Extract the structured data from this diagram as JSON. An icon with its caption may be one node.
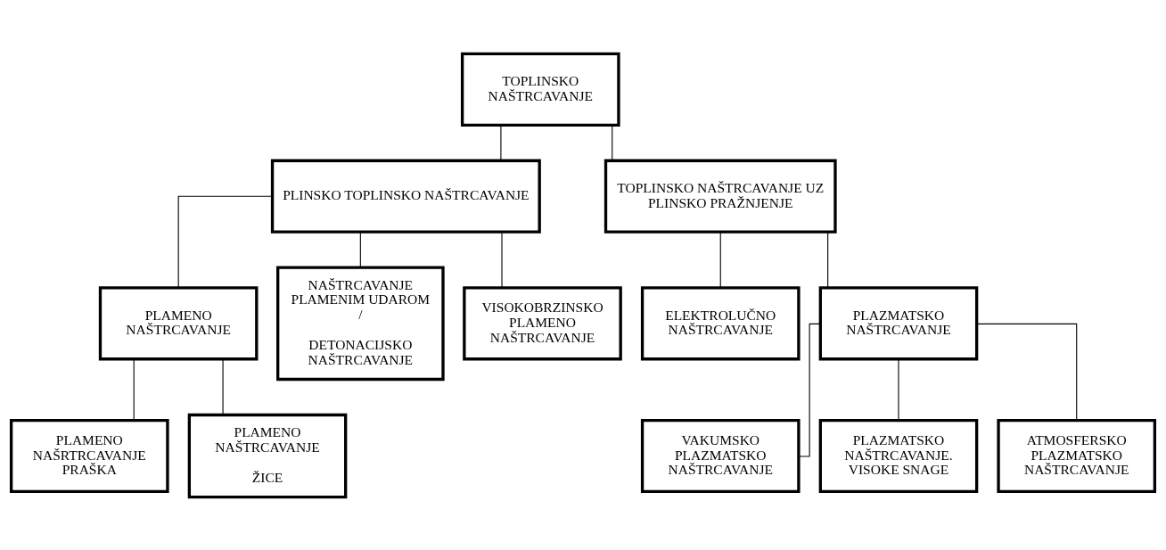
{
  "diagram": {
    "nodes": [
      {
        "text": [
          "TOPLINSKO NAŠTRCAVANJE"
        ]
      },
      {
        "text": [
          "PLINSKO TOPLINSKO NAŠTRCAVANJE"
        ]
      },
      {
        "text": [
          "TOPLINSKO NAŠTRCAVANJE UZ PLINSKO PRAŽNJENJE"
        ]
      },
      {
        "text": [
          "PLAMENO NAŠTRCAVANJE"
        ]
      },
      {
        "text": [
          "NAŠTRCAVANJE PLAMENIM UDAROM /",
          "DETONACIJSKO NAŠTRCAVANJE"
        ]
      },
      {
        "text": [
          "VISOKOBRZINSKO PLAMENO NAŠTRCAVANJE"
        ]
      },
      {
        "text": [
          "ELEKTROLUČNO NAŠTRCAVANJE"
        ]
      },
      {
        "text": [
          "PLAZMATSKO NAŠTRCAVANJE"
        ]
      },
      {
        "text": [
          "PLAMENO NAŠRTRCAVANJE PRAŠKA"
        ]
      },
      {
        "text": [
          "PLAMENO NAŠTRCAVANJE",
          "ŽICE"
        ]
      },
      {
        "text": [
          "VAKUMSKO PLAZMATSKO NAŠTRCAVANJE"
        ]
      },
      {
        "text": [
          "PLAZMATSKO NAŠTRCAVANJE. VISOKE SNAGE"
        ]
      },
      {
        "text": [
          "ATMOSFERSKO PLAZMATSKO NAŠTRCAVANJE"
        ]
      }
    ],
    "edges": [
      {
        "from": 0,
        "to": 1,
        "arrow": "none"
      },
      {
        "from": 0,
        "to": 2,
        "arrow": "none"
      },
      {
        "from": 1,
        "to": 3,
        "arrow": "none"
      },
      {
        "from": 1,
        "to": 4,
        "arrow": "none"
      },
      {
        "from": 1,
        "to": 5,
        "arrow": "none"
      },
      {
        "from": 2,
        "to": 6,
        "arrow": "none"
      },
      {
        "from": 2,
        "to": 7,
        "arrow": "none"
      },
      {
        "from": 3,
        "to": 8,
        "arrow": "none"
      },
      {
        "from": 3,
        "to": 9,
        "arrow": "none"
      },
      {
        "from": 7,
        "to": 10,
        "arrow": "none"
      },
      {
        "from": 7,
        "to": 11,
        "arrow": "none"
      },
      {
        "from": 7,
        "to": 12,
        "arrow": "none"
      }
    ]
  }
}
